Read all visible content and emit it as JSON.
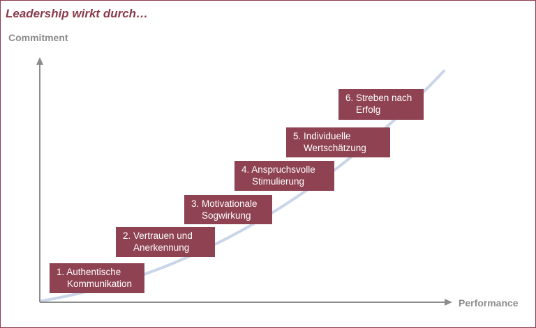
{
  "title": "Leadership wirkt durch…",
  "axes": {
    "y_label": "Commitment",
    "x_label": "Performance"
  },
  "colors": {
    "accent": "#8a3a4a",
    "box": "#8e4252",
    "curve": "#c9d5e8",
    "axis": "#8c8c8c"
  },
  "steps": [
    {
      "line1": "1. Authentische",
      "line2": "Kommunikation"
    },
    {
      "line1": "2. Vertrauen und",
      "line2": "Anerkennung"
    },
    {
      "line1": "3. Motivationale",
      "line2": "Sogwirkung"
    },
    {
      "line1": "4. Anspruchsvolle",
      "line2": "Stimulierung"
    },
    {
      "line1": "5. Individuelle",
      "line2": "Wertschätzung"
    },
    {
      "line1": "6. Streben nach",
      "line2": "Erfolg"
    }
  ]
}
